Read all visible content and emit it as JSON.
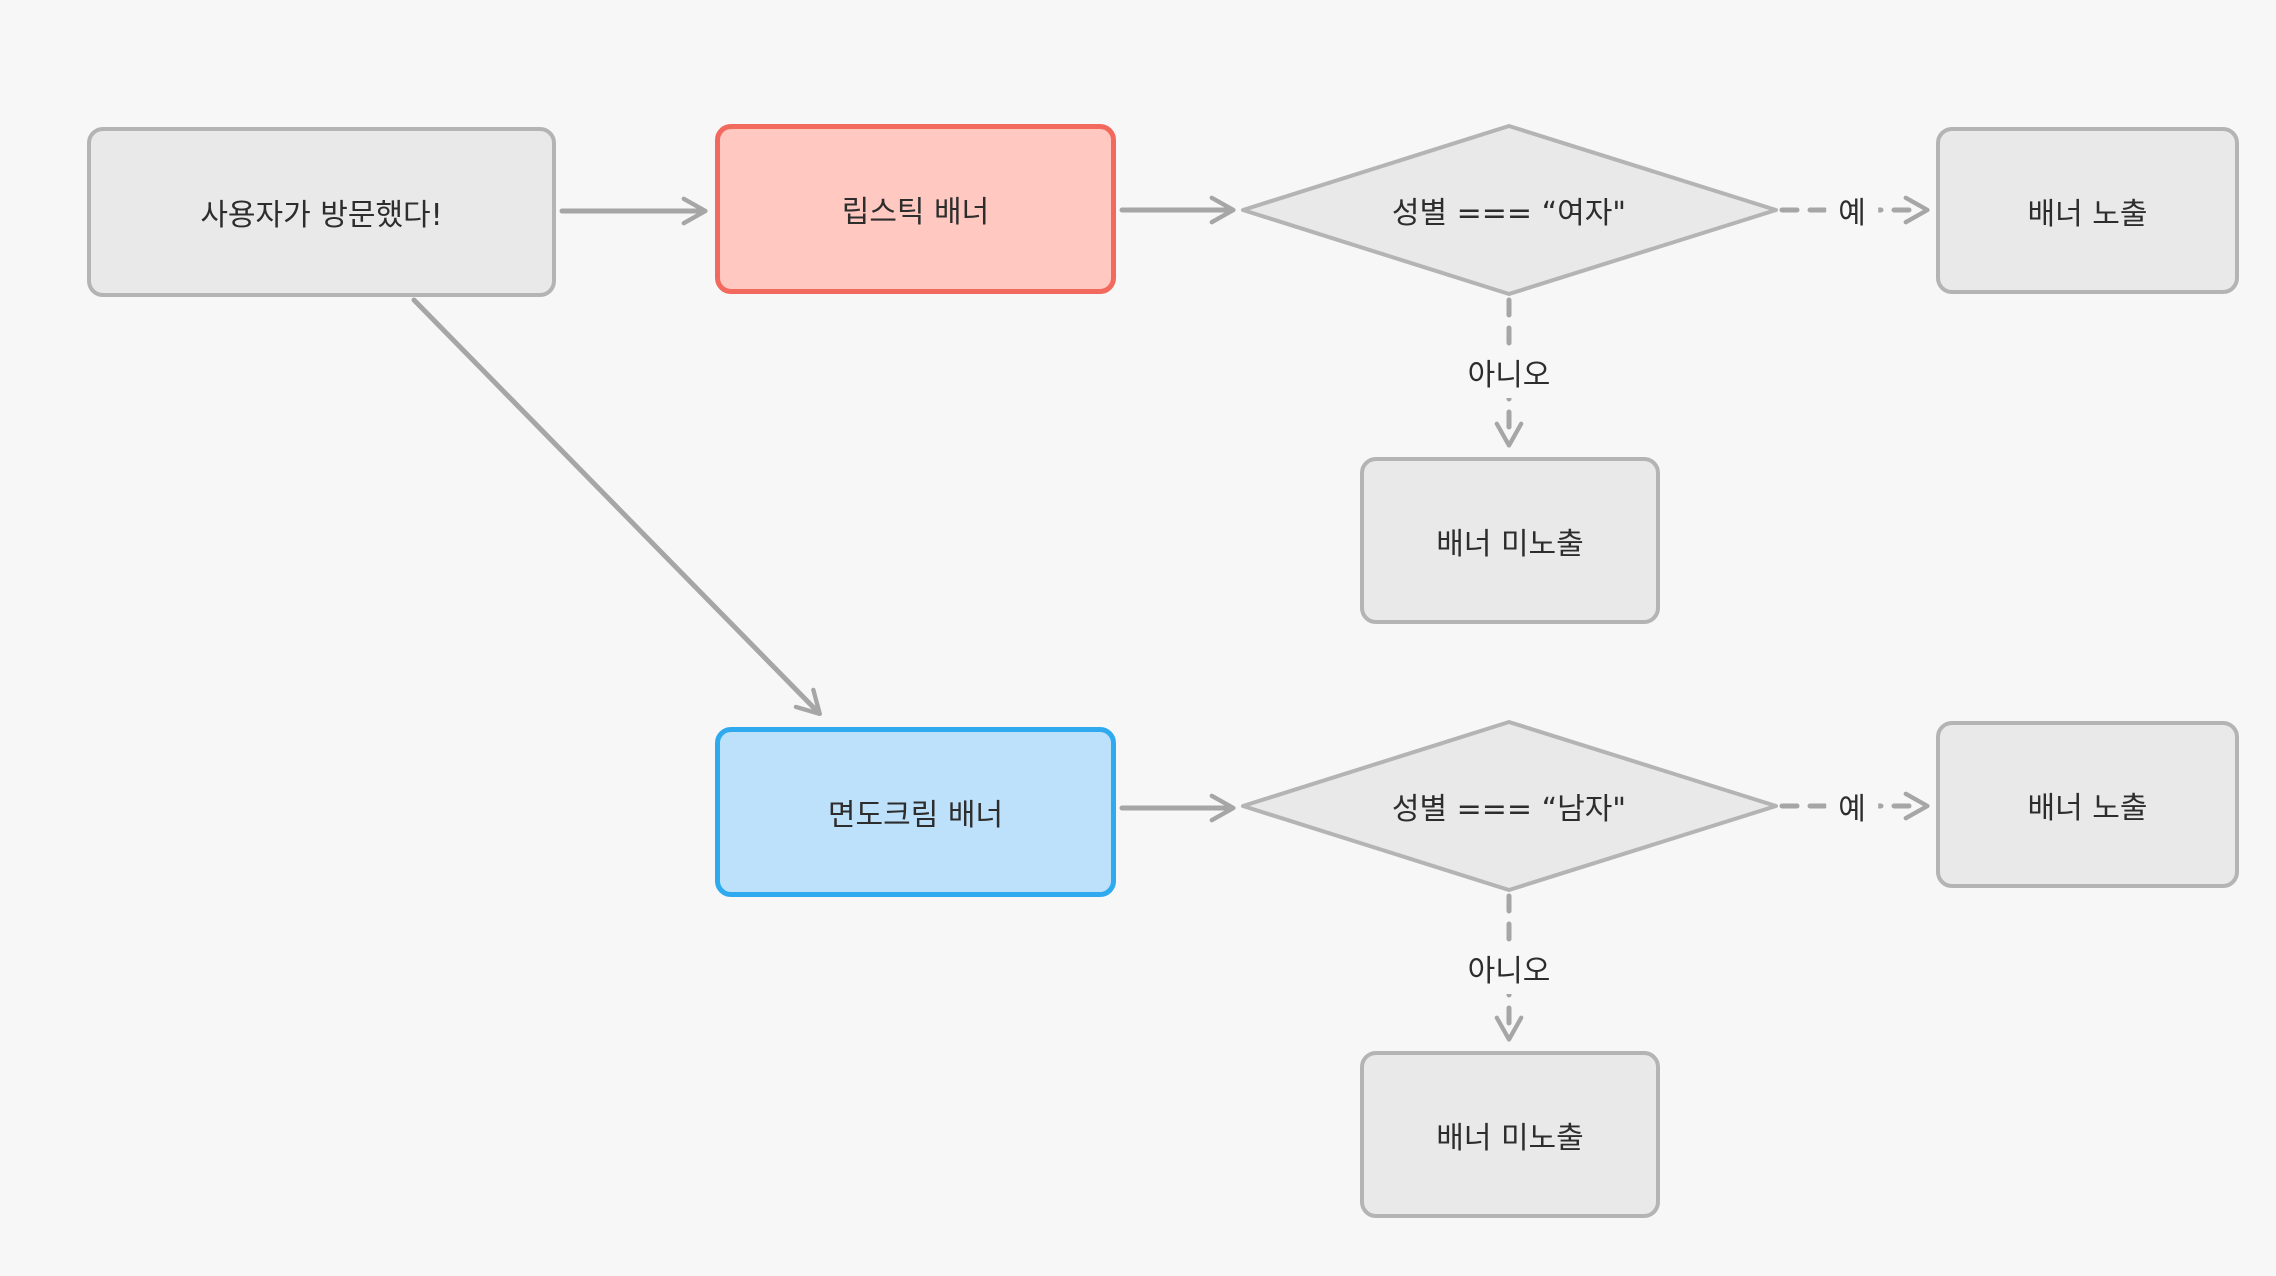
{
  "diagram": {
    "title": "banner-exposure-flowchart",
    "nodes": {
      "start": {
        "label": "사용자가 방문했다!",
        "type": "process"
      },
      "lipstick": {
        "label": "립스틱 배너",
        "type": "process",
        "accent": "red"
      },
      "cond_female": {
        "label": "성별 === “여자\"",
        "type": "decision"
      },
      "banner_show_1": {
        "label": "배너 노출",
        "type": "process"
      },
      "banner_hide_1": {
        "label": "배너 미노출",
        "type": "process"
      },
      "shaving": {
        "label": "면도크림 배너",
        "type": "process",
        "accent": "blue"
      },
      "cond_male": {
        "label": "성별 === “남자\"",
        "type": "decision"
      },
      "banner_show_2": {
        "label": "배너 노출",
        "type": "process"
      },
      "banner_hide_2": {
        "label": "배너 미노출",
        "type": "process"
      }
    },
    "edges": [
      {
        "id": "start-to-lipstick",
        "from": "start",
        "to": "lipstick",
        "label": "",
        "style": "solid"
      },
      {
        "id": "lipstick-to-condfemale",
        "from": "lipstick",
        "to": "cond_female",
        "label": "",
        "style": "solid"
      },
      {
        "id": "condfemale-yes",
        "from": "cond_female",
        "to": "banner_show_1",
        "label": "예",
        "style": "dashed"
      },
      {
        "id": "condfemale-no",
        "from": "cond_female",
        "to": "banner_hide_1",
        "label": "아니오",
        "style": "dashed"
      },
      {
        "id": "start-to-shaving",
        "from": "start",
        "to": "shaving",
        "label": "",
        "style": "solid"
      },
      {
        "id": "shaving-to-condmale",
        "from": "shaving",
        "to": "cond_male",
        "label": "",
        "style": "solid"
      },
      {
        "id": "condmale-yes",
        "from": "cond_male",
        "to": "banner_show_2",
        "label": "예",
        "style": "dashed"
      },
      {
        "id": "condmale-no",
        "from": "cond_male",
        "to": "banner_hide_2",
        "label": "아니오",
        "style": "dashed"
      }
    ],
    "colors": {
      "background": "#f7f7f8",
      "node_fill": "#e9e9e9",
      "node_border": "#b4b4b4",
      "lipstick_fill": "#ffc8c1",
      "lipstick_border": "#f2695e",
      "shaving_fill": "#bde1fa",
      "shaving_border": "#30aaee",
      "arrow": "#a6a6a6",
      "text": "#2d2d2d"
    }
  }
}
